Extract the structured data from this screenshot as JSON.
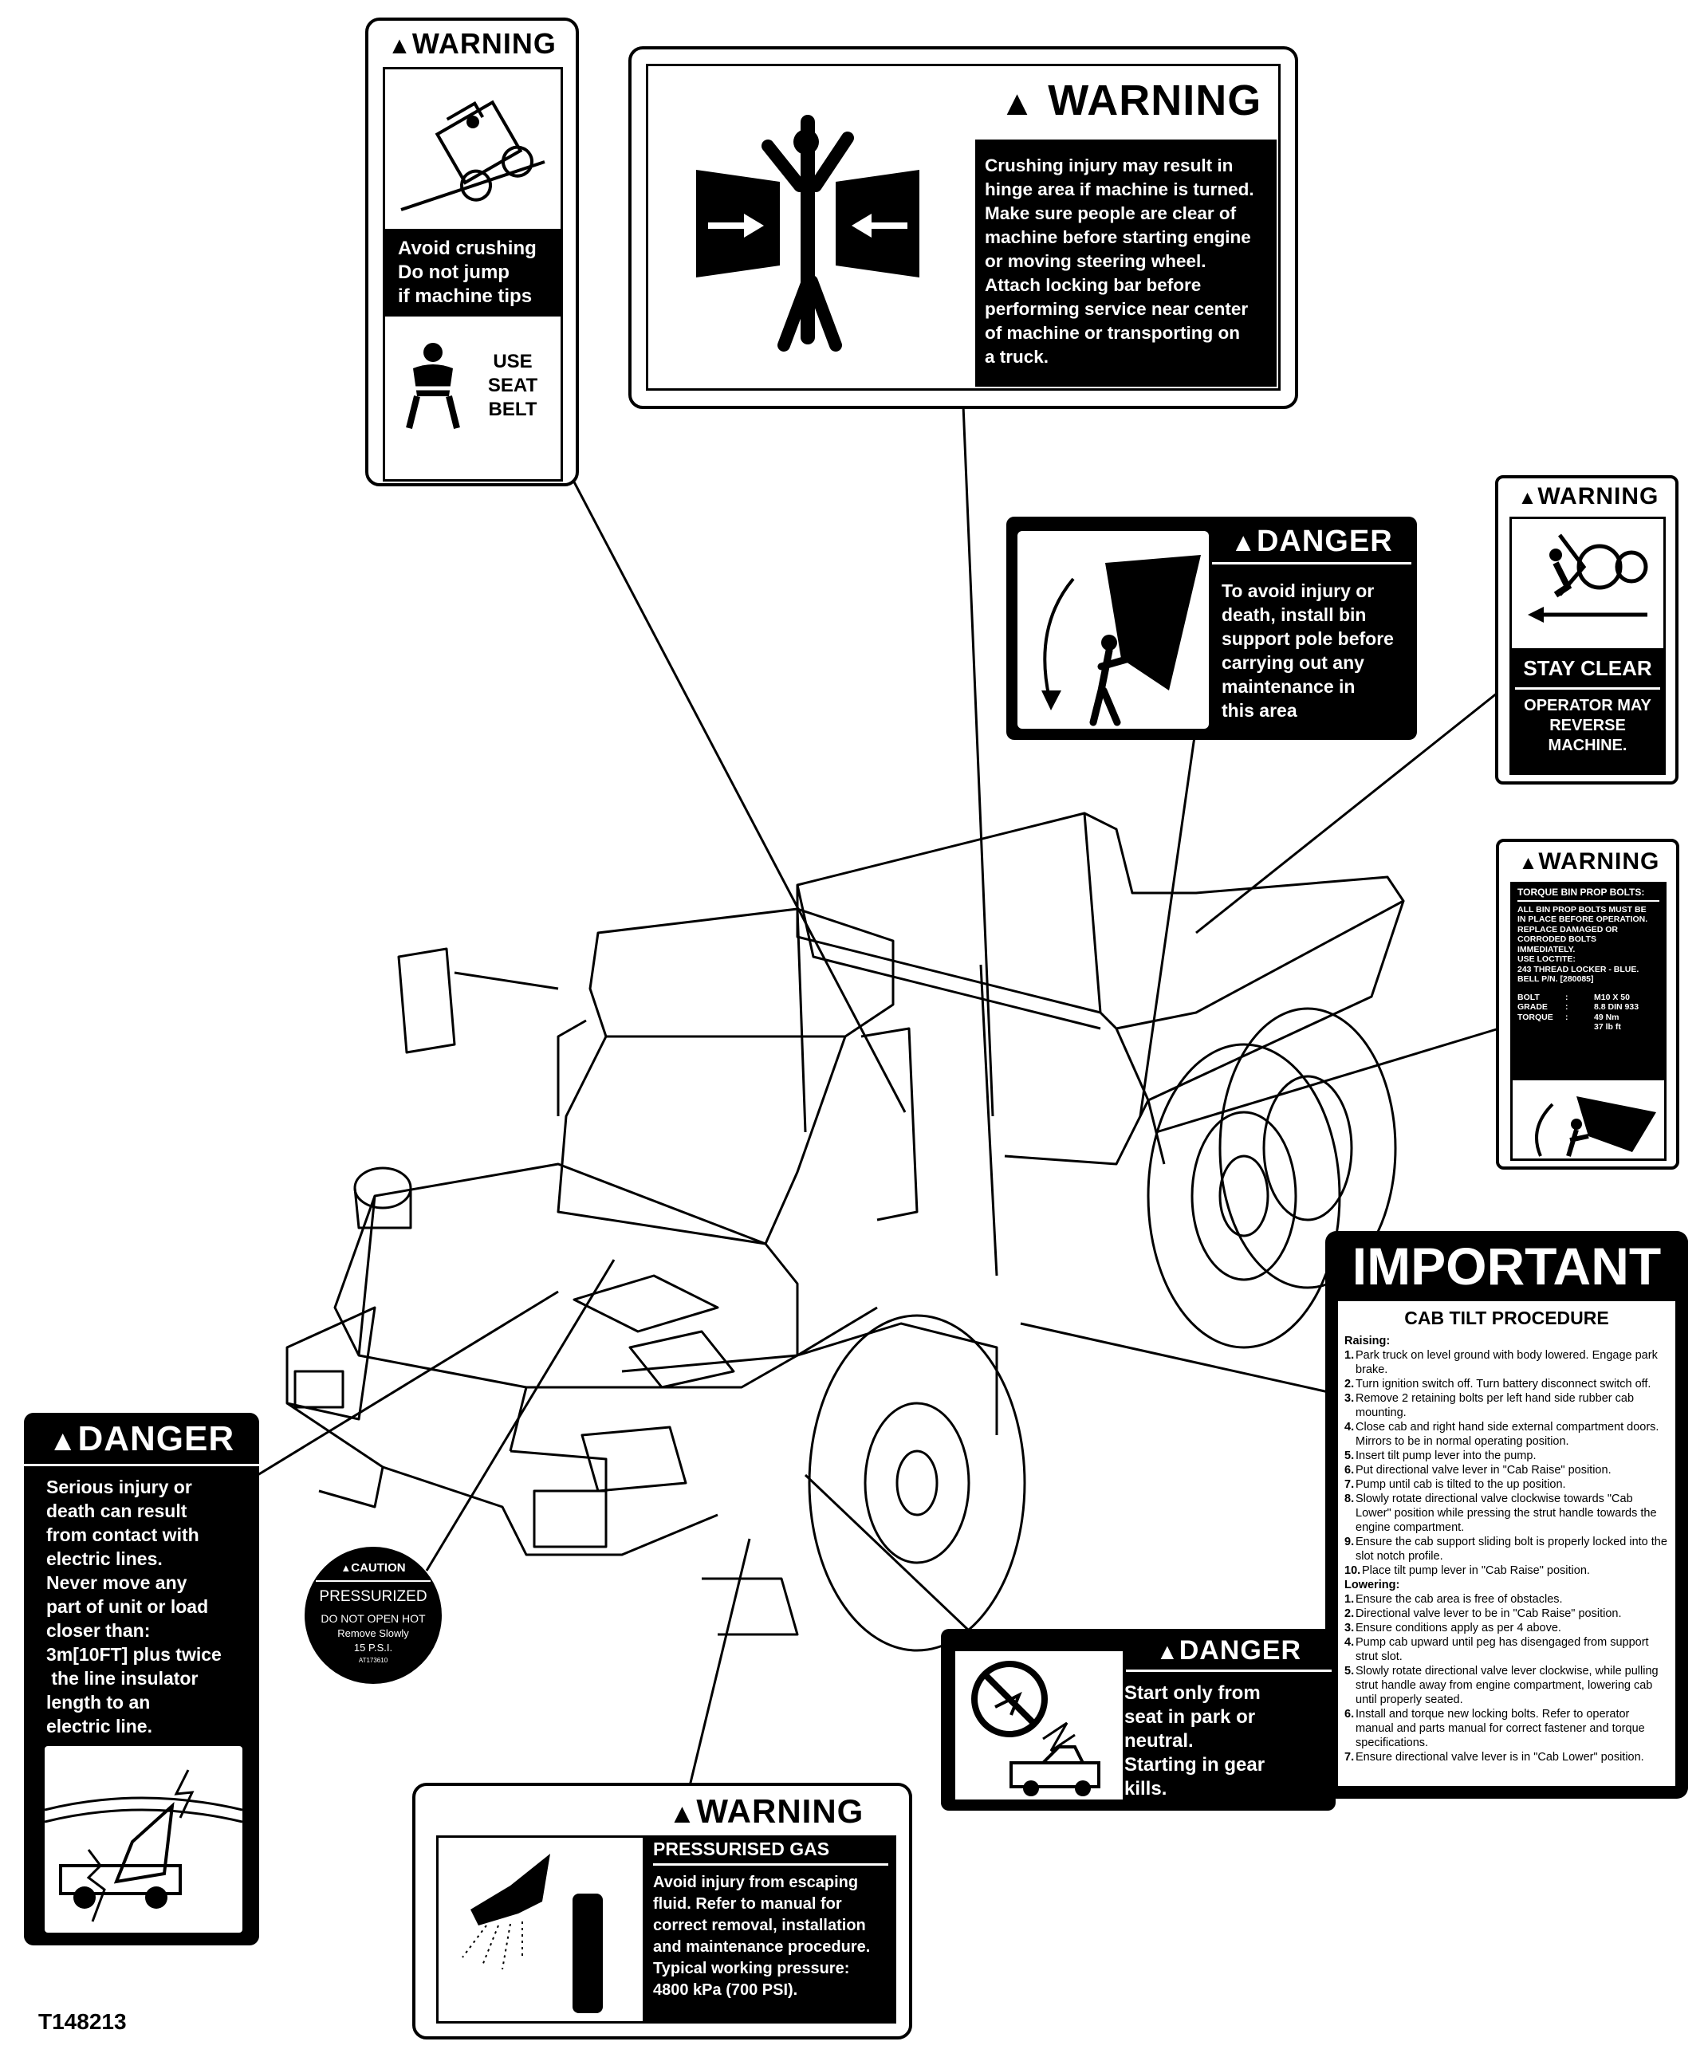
{
  "figure_id": "T148213",
  "warning_rollover": {
    "header": "WARNING",
    "message_lines": [
      "Avoid crushing",
      "Do not jump",
      "if machine tips"
    ],
    "seatbelt_lines": [
      "USE",
      "SEAT",
      "BELT"
    ]
  },
  "warning_hinge": {
    "header": "WARNING",
    "message_lines": [
      "Crushing injury may result in",
      "hinge area if machine is turned.",
      "Make sure people are clear of",
      "machine before starting engine",
      "or moving steering wheel.",
      "Attach locking bar before",
      "performing service near center",
      "of machine or transporting on",
      "a truck."
    ]
  },
  "danger_bin": {
    "header": "DANGER",
    "message_lines": [
      "To avoid injury or",
      "death, install bin",
      "support pole before",
      "carrying out any",
      "maintenance in",
      "this area"
    ]
  },
  "warning_stay_clear": {
    "header": "WARNING",
    "title": "STAY CLEAR",
    "message_lines": [
      "OPERATOR MAY",
      "REVERSE",
      "MACHINE."
    ]
  },
  "warning_torque": {
    "header": "WARNING",
    "subtitle": "TORQUE BIN PROP BOLTS:",
    "message_lines": [
      "ALL BIN PROP BOLTS MUST BE",
      "IN PLACE BEFORE OPERATION.",
      "REPLACE DAMAGED OR",
      "CORRODED BOLTS",
      "IMMEDIATELY.",
      "USE LOCTITE:",
      "243 THREAD LOCKER - BLUE.",
      "BELL P/N. [280085]"
    ],
    "specs": [
      {
        "name": "BOLT",
        "sep": ":",
        "value": "M10 X 50"
      },
      {
        "name": "GRADE",
        "sep": ":",
        "value": "8.8 DIN 933"
      },
      {
        "name": "TORQUE",
        "sep": ":",
        "value": "49 Nm"
      },
      {
        "name": "",
        "sep": "",
        "value": "37 lb ft"
      }
    ]
  },
  "important_cab_tilt": {
    "header": "IMPORTANT",
    "title": "CAB TILT PROCEDURE",
    "raising_label": "Raising:",
    "raising_steps": [
      "Park truck on level ground with body lowered. Engage park brake.",
      "Turn ignition switch off. Turn battery disconnect switch off.",
      "Remove 2 retaining bolts per left hand side rubber cab mounting.",
      "Close cab and right hand side external compartment doors. Mirrors to be in normal operating position.",
      "Insert tilt pump lever into the pump.",
      "Put directional valve lever in \"Cab Raise\" position.",
      "Pump until cab is tilted to the up position.",
      "Slowly rotate directional valve clockwise towards \"Cab Lower\" position while pressing the strut handle towards the engine compartment.",
      "Ensure the cab support sliding bolt is properly locked into the slot notch profile.",
      "Place tilt pump lever in \"Cab Raise\" position."
    ],
    "lowering_label": "Lowering:",
    "lowering_steps": [
      "Ensure the cab area is free of obstacles.",
      "Directional valve lever to be in \"Cab Raise\" position.",
      "Ensure conditions apply as per 4 above.",
      "Pump cab upward until peg has disengaged from support strut slot.",
      "Slowly rotate directional valve lever clockwise, while pulling strut handle away from engine compartment, lowering cab until properly seated.",
      "Install and torque new locking bolts. Refer to operator manual and parts manual for correct fastener and torque specifications.",
      "Ensure directional valve lever is in \"Cab Lower\" position."
    ]
  },
  "danger_electric": {
    "header": "DANGER",
    "message_lines": [
      "Serious injury or",
      "death can result",
      "from contact with",
      "electric lines.",
      "Never move any",
      "part of unit or load",
      "closer than:",
      "3m[10FT] plus twice",
      " the line insulator",
      "length to an",
      "electric line."
    ]
  },
  "caution_pressurized": {
    "header": "CAUTION",
    "title": "PRESSURIZED",
    "line1": "DO NOT OPEN HOT",
    "line2": "Remove Slowly",
    "line3": "15 P.S.I.",
    "part_no": "AT173610"
  },
  "warning_gas": {
    "header": "WARNING",
    "title": "PRESSURISED GAS",
    "message_lines": [
      "Avoid injury from escaping",
      "fluid. Refer to manual for",
      "correct removal, installation",
      "and maintenance procedure.",
      "Typical working pressure:",
      "4800 kPa (700 PSI)."
    ]
  },
  "danger_start": {
    "header": "DANGER",
    "message_lines": [
      "Start only from",
      "seat in park or",
      "neutral.",
      "Starting in gear",
      "kills."
    ]
  }
}
